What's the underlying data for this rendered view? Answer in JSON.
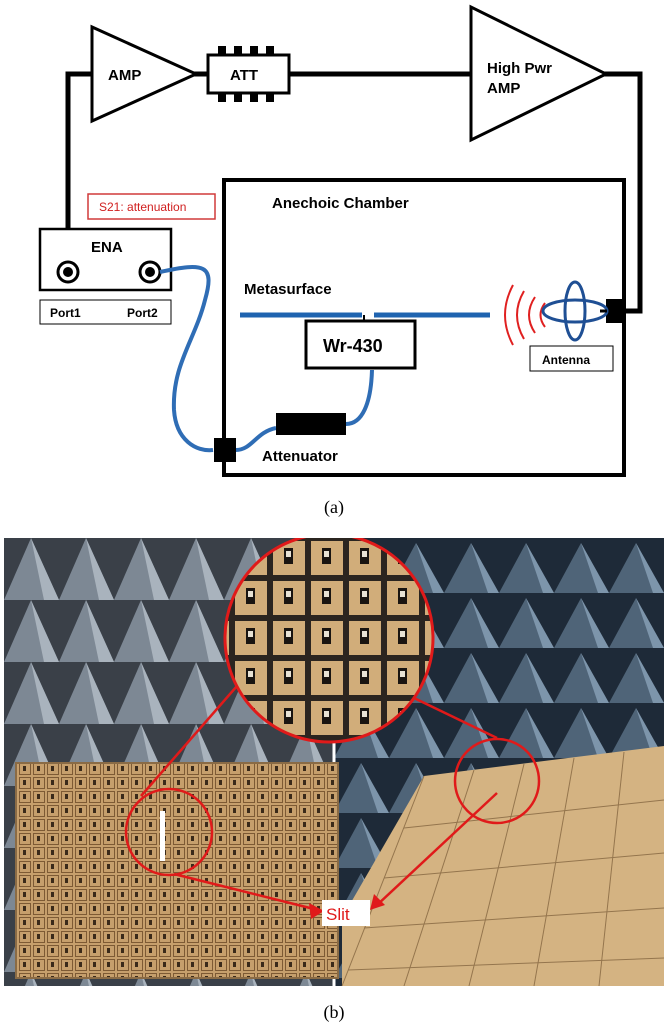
{
  "diagram": {
    "blocks": {
      "amp": "AMP",
      "att": "ATT",
      "high_pwr_line1": "High Pwr",
      "high_pwr_line2": "AMP",
      "ena": "ENA",
      "port1": "Port1",
      "port2": "Port2",
      "s21": "S21: attenuation",
      "chamber": "Anechoic Chamber",
      "metasurface": "Metasurface",
      "wr430": "Wr-430",
      "attenuator": "Attenuator",
      "antenna": "Antenna"
    },
    "colors": {
      "cable": "#2f6db5",
      "metasurface": "#1f64b0",
      "s21_border": "#d03a3a",
      "s21_text": "#d02020",
      "wave": "#e02020"
    }
  },
  "photo": {
    "slit_label": "Slit",
    "colors": {
      "annotation": "#e01a1a",
      "board": "#c9a77a",
      "absorber": "#5f6b78"
    }
  },
  "captions": {
    "a": "(a)",
    "b": "(b)"
  }
}
